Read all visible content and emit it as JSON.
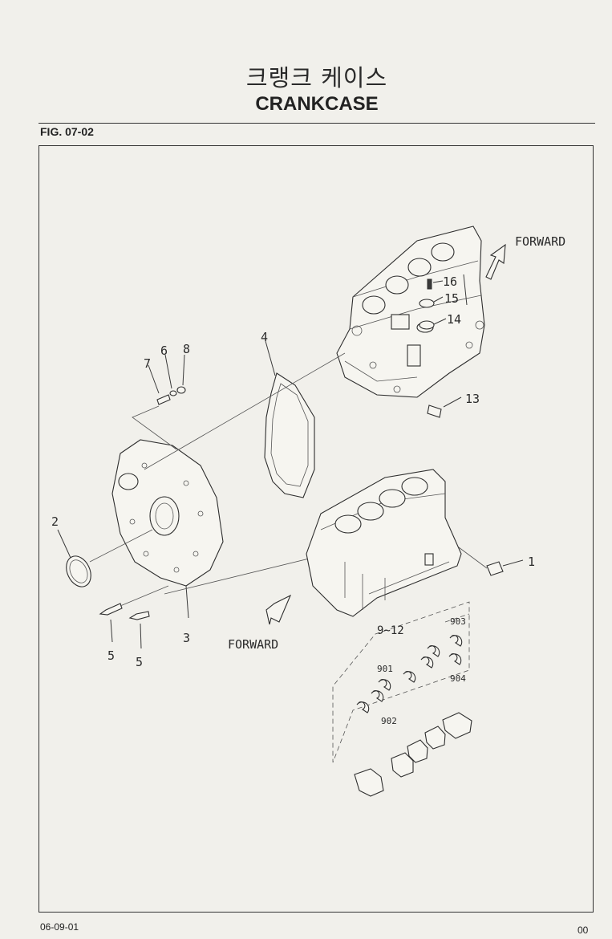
{
  "header": {
    "title_ko": "크랭크 케이스",
    "title_en": "CRANKCASE",
    "figure": "FIG. 07-02"
  },
  "diagram": {
    "callouts": [
      "1",
      "2",
      "3",
      "4",
      "5",
      "5",
      "6",
      "7",
      "8",
      "9~12",
      "13",
      "14",
      "15",
      "16",
      "901",
      "902",
      "903",
      "904"
    ],
    "direction_labels": [
      "FORWARD",
      "FORWARD"
    ]
  },
  "footer": {
    "date": "06-09-01",
    "page": "00"
  }
}
